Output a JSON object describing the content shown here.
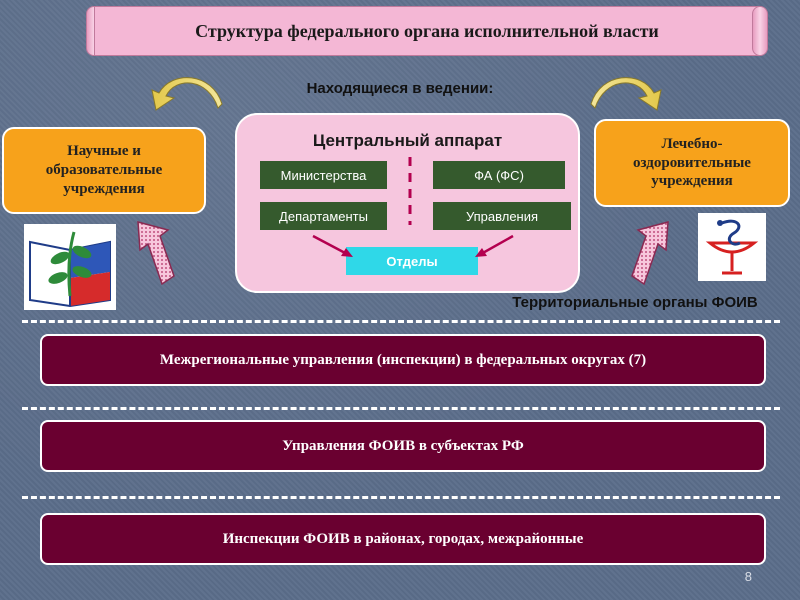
{
  "slide": {
    "title": "Структура федерального органа исполнительной власти",
    "subtitle": "Находящиеся в ведении:",
    "left_box": "Научные и образовательные учреждения",
    "right_box": "Лечебно-оздоровительные учреждения",
    "central": {
      "title": "Центральный аппарат",
      "ministries": "Министерства",
      "fa_fs": "ФА (ФС)",
      "departments": "Департаменты",
      "directorates": "Управления",
      "divisions": "Отделы"
    },
    "territorial_label": "Территориальные органы ФОИВ",
    "levels": [
      "Межрегиональные управления (инспекции) в федеральных округах (7)",
      "Управления ФОИВ в субъектах РФ",
      "Инспекции ФОИВ в районах, городах, межрайонные"
    ],
    "page_number": "8"
  },
  "icons": {
    "left_emblem": "education-emblem-icon",
    "right_emblem": "medical-bowl-snake-icon"
  },
  "colors": {
    "background": "#5b6d8a",
    "title_fill": "#f4b7d5",
    "side_box_fill": "#f7a21b",
    "central_fill": "#f6c6de",
    "dark_green_box": "#355a2d",
    "cyan_box": "#2fd8e8",
    "band_fill": "#6a0030"
  }
}
